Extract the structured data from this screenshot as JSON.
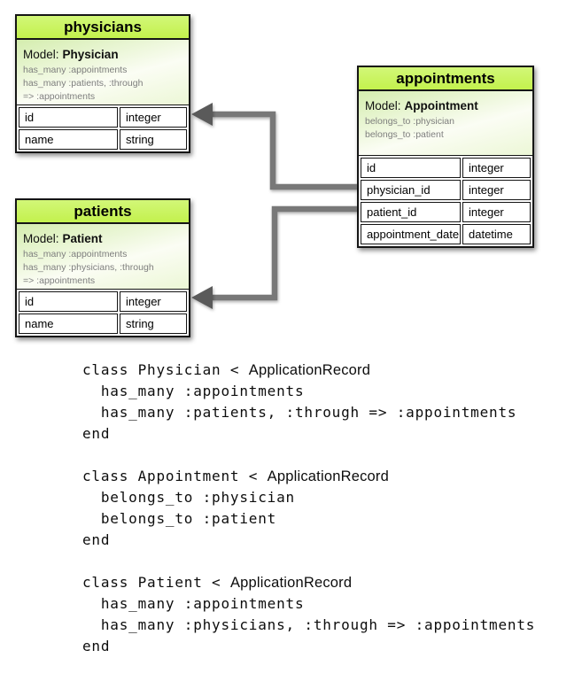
{
  "diagram": {
    "colors": {
      "header_top": "#d2f778",
      "header_bottom": "#c3f14d",
      "model_top": "#d4edae",
      "arrow_gray": "#787878",
      "arrowhead_gray": "#5a5a5a",
      "border_black": "#151515"
    },
    "tables": [
      {
        "title": "physicians",
        "model_label": "Model:",
        "model_name": "Physician",
        "associations": [
          "has_many :appointments",
          "has_many :patients, :through",
          "=> :appointments"
        ],
        "rows": [
          {
            "name": "id",
            "type": "integer"
          },
          {
            "name": "name",
            "type": "string"
          }
        ]
      },
      {
        "title": "appointments",
        "model_label": "Model:",
        "model_name": "Appointment",
        "associations": [
          "belongs_to :physician",
          "belongs_to :patient"
        ],
        "rows": [
          {
            "name": "id",
            "type": "integer"
          },
          {
            "name": "physician_id",
            "type": "integer"
          },
          {
            "name": "patient_id",
            "type": "integer"
          },
          {
            "name": "appointment_date",
            "type": "datetime"
          }
        ]
      },
      {
        "title": "patients",
        "model_label": "Model:",
        "model_name": "Patient",
        "associations": [
          "has_many :appointments",
          "has_many :physicians, :through",
          "=> :appointments"
        ],
        "rows": [
          {
            "name": "id",
            "type": "integer"
          },
          {
            "name": "name",
            "type": "string"
          }
        ]
      }
    ]
  },
  "code": {
    "blocks": [
      {
        "declaration": "class Physician < ",
        "superclass": "ApplicationRecord",
        "body_lines": [
          "  has_many :appointments",
          "  has_many :patients, :through => :appointments"
        ],
        "end_keyword": "end"
      },
      {
        "declaration": "class Appointment < ",
        "superclass": "ApplicationRecord",
        "body_lines": [
          "  belongs_to :physician",
          "  belongs_to :patient"
        ],
        "end_keyword": "end"
      },
      {
        "declaration": "class Patient < ",
        "superclass": "ApplicationRecord",
        "body_lines": [
          "  has_many :appointments",
          "  has_many :physicians, :through => :appointments"
        ],
        "end_keyword": "end"
      }
    ]
  }
}
